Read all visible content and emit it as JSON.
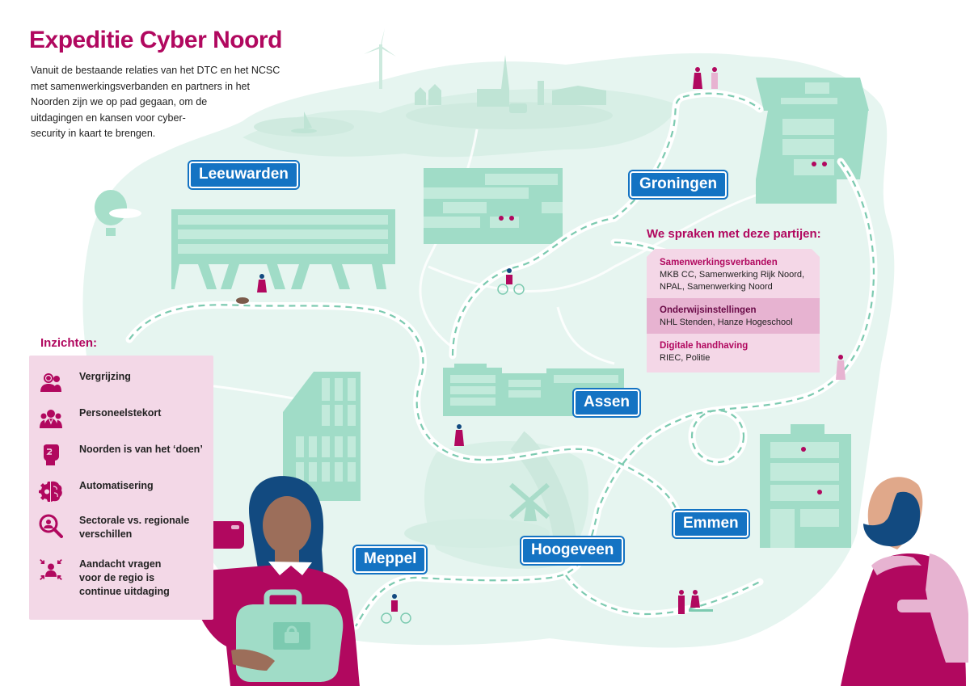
{
  "header": {
    "title": "Expeditie Cyber Noord",
    "intro_lines": [
      "Vanuit de bestaande relaties van het DTC en het NCSC",
      "met samenwerkingsverbanden en partners in het",
      "Noorden zijn we op pad gegaan, om de",
      "uitdagingen en kansen voor cyber-",
      "security in kaart te brengen."
    ]
  },
  "cities": {
    "leeuwarden": "Leeuwarden",
    "groningen": "Groningen",
    "assen": "Assen",
    "emmen": "Emmen",
    "meppel": "Meppel",
    "hoogeveen": "Hoogeveen"
  },
  "parties": {
    "title": "We spraken met deze partijen:",
    "sections": [
      {
        "heading": "Samenwerkingsverbanden",
        "lines": [
          "MKB CC, Samenwerking Rijk Noord,",
          "NPAL, Samenwerking Noord"
        ]
      },
      {
        "heading": "Onderwijsinstellingen",
        "lines": [
          "NHL Stenden, Hanze Hogeschool"
        ]
      },
      {
        "heading": "Digitale handhaving",
        "lines": [
          "RIEC, Politie"
        ]
      }
    ]
  },
  "insights": {
    "title": "Inzichten:",
    "items": [
      {
        "icon": "elderly-people-icon",
        "lines": [
          "Vergrijzing"
        ]
      },
      {
        "icon": "staff-shortage-icon",
        "lines": [
          "Personeelstekort"
        ]
      },
      {
        "icon": "fist-icon",
        "lines": [
          "Noorden is van het ‘doen’"
        ]
      },
      {
        "icon": "gear-brain-icon",
        "lines": [
          "Automatisering"
        ]
      },
      {
        "icon": "magnifier-person-icon",
        "lines": [
          "Sectorale vs. regionale",
          "verschillen"
        ]
      },
      {
        "icon": "attention-person-icon",
        "lines": [
          "Aandacht vragen",
          "voor de regio is",
          "continue uitdaging"
        ]
      }
    ]
  },
  "colors": {
    "brand_magenta": "#b1085f",
    "sign_blue": "#1473c3",
    "map_mint": "#e6f5f0",
    "building_green": "#9fdcc7",
    "insights_bg": "#f3d8e7",
    "parties_bg": "#f4d7e7",
    "parties_mid": "#e7b3d1",
    "hair_navy": "#124a80",
    "skin_brown": "#9c6e5a",
    "skin_peach": "#e0a88a"
  }
}
